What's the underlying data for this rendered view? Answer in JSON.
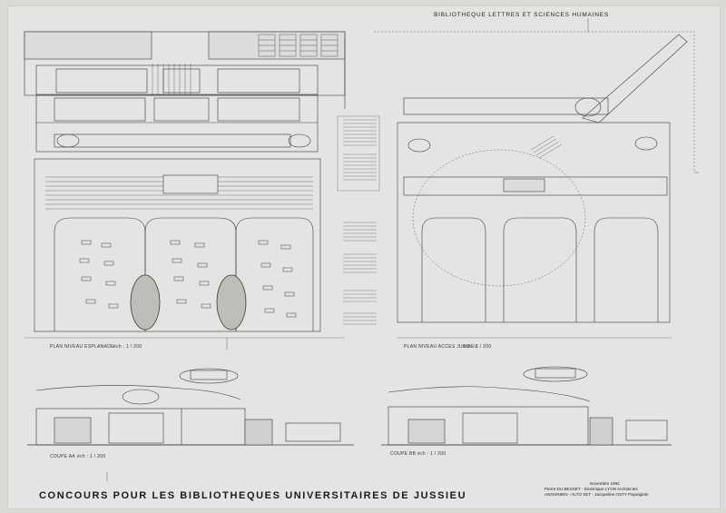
{
  "header": {
    "title": "BIBLIOTHEQUE LETTRES ET SCIENCES HUMAINES"
  },
  "drawings": {
    "plan_left_caption": "PLAN NIVEAU ESPLANADE",
    "plan_left_scale": "éch : 1 / 200",
    "plan_right_caption": "PLAN NIVEAU ACCES JUSSIEU",
    "plan_right_scale": "éch : 1 / 200",
    "section_left_caption": "COUPE AA",
    "section_left_scale": "éch : 1 / 200",
    "section_right_caption": "COUPE BB",
    "section_right_scale": "éch : 1 / 200"
  },
  "footer": {
    "title": "CONCOURS POUR LES BIBLIOTHEQUES UNIVERSITAIRES DE JUSSIEU",
    "date": "Novembre 1992",
    "credit_line1": "Pierre DU BESSET - Dominique LYON   Architectes",
    "credit_line2": "ANGHINIEN - ALTO   SET - Jacqueline OSTY  Paysagiste"
  }
}
